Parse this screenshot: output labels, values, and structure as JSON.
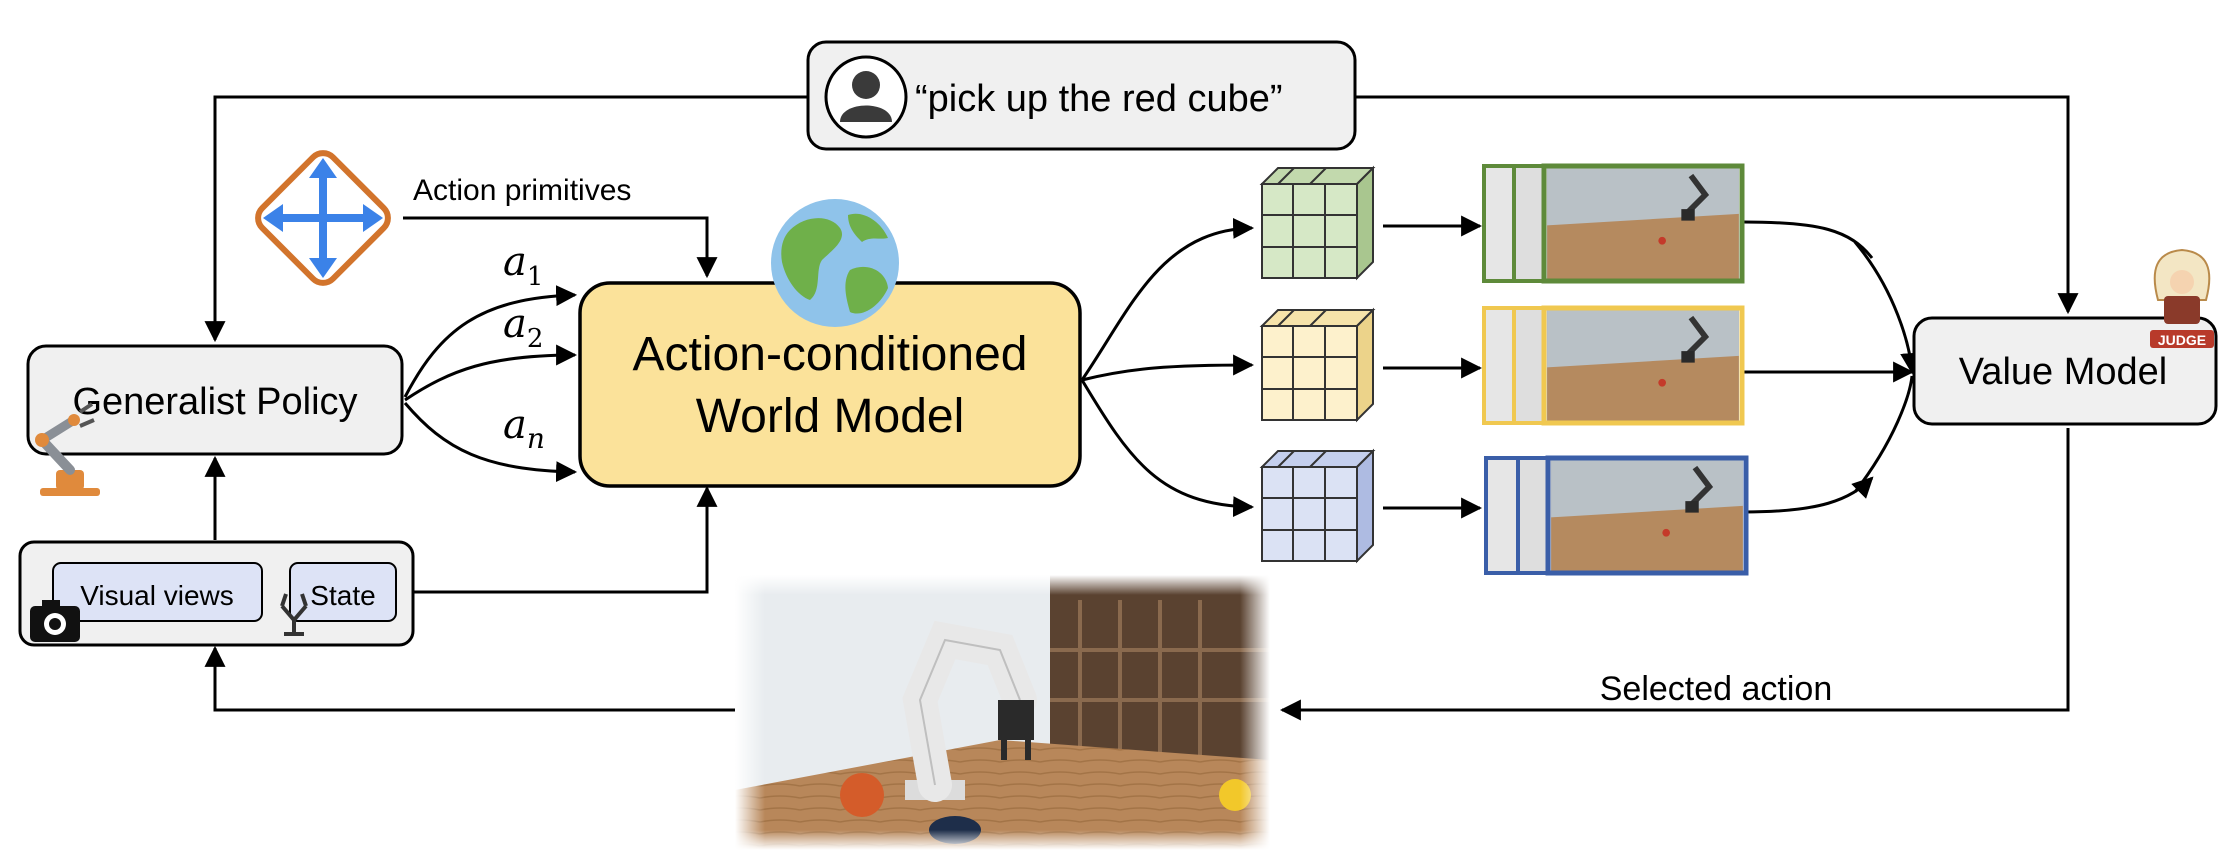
{
  "instruction": {
    "text": "“pick up the red cube”"
  },
  "action_primitives_label": "Action primitives",
  "policy": {
    "label": "Generalist Policy"
  },
  "world_model": {
    "line1": "Action-conditioned",
    "line2": "World Model"
  },
  "value_model": {
    "label": "Value Model",
    "badge": "JUDGE"
  },
  "observation": {
    "visual_label": "Visual views",
    "state_label": "State"
  },
  "actions": {
    "a1": {
      "base": "a",
      "sub": "1"
    },
    "a2": {
      "base": "a",
      "sub": "2"
    },
    "an": {
      "base": "a",
      "sub": "n"
    }
  },
  "selected_action_label": "Selected action",
  "colors": {
    "world_model_fill": "#fbe29a",
    "box_fill": "#f0f0f0",
    "obs_fill": "#dde3f6",
    "branch_green": "#5e8a3a",
    "branch_yellow": "#f0c850",
    "branch_blue": "#3a5ea8",
    "cube_green": "#d6e8c6",
    "cube_yellow": "#fdf1cc",
    "cube_blue": "#dbe2f4",
    "primitive_orange": "#d2742c",
    "primitive_arrow": "#3b82e8"
  },
  "icons": [
    "user-icon",
    "primitives-icon",
    "globe-icon",
    "robot-arm-icon",
    "camera-icon",
    "gripper-icon",
    "judge-icon"
  ]
}
